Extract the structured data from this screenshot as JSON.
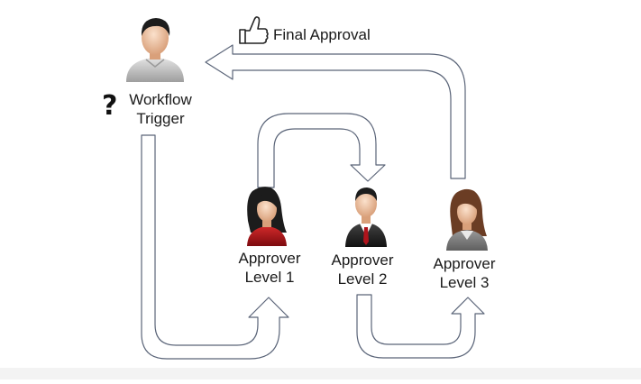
{
  "nodes": {
    "trigger": {
      "line1": "Workflow",
      "line2": "Trigger",
      "marker": "?"
    },
    "approver1": {
      "line1": "Approver",
      "line2": "Level 1"
    },
    "approver2": {
      "line1": "Approver",
      "line2": "Level 2"
    },
    "approver3": {
      "line1": "Approver",
      "line2": "Level 3"
    }
  },
  "final": {
    "label": "Final Approval",
    "icon": "thumbs-up-icon"
  },
  "colors": {
    "arrow_stroke": "#5a6478",
    "arrow_fill": "#ffffff",
    "skin": "#f1c9a6",
    "hair_dark": "#1c1c1c",
    "hair_brown": "#6b3d24",
    "red_blouse": "#b3121a",
    "grey_shirt": "#c8c8c8",
    "suit": "#2a2a2a",
    "tie": "#b0141c"
  }
}
